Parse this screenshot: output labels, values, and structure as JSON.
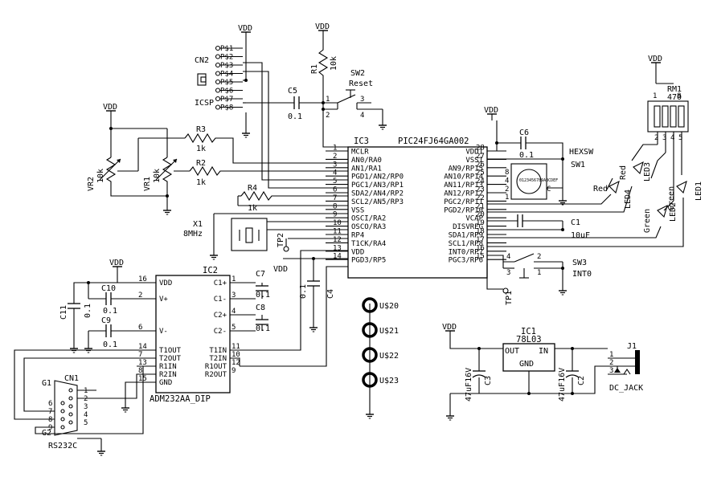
{
  "vdd": "VDD",
  "gnd": "GND",
  "refs": {
    "cn2": "CN2",
    "icsp": "ICSP",
    "r1": "R1",
    "r1v": "10k",
    "sw2": "SW2",
    "reset": "Reset",
    "c5": "C5",
    "c5v": "0.1",
    "vr2": "VR2",
    "vr2v": "10k",
    "vr1": "VR1",
    "vr1v": "10k",
    "r3": "R3",
    "r3v": "1k",
    "r2": "R2",
    "r2v": "1k",
    "r4": "R4",
    "r4v": "1k",
    "x1": "X1",
    "x1v": "8MHz",
    "tp2": "TP2",
    "tp1": "TP1",
    "ic3": "IC3",
    "ic3part": "PIC24FJ64GA002",
    "c6": "C6",
    "c6v": "0.1",
    "hexsw": "HEXSW",
    "sw1": "SW1",
    "c1": "C1",
    "c1v": "10uF",
    "sw3": "SW3",
    "int0": "INT0",
    "rm1": "RM1",
    "rm1v": "470",
    "led1": "LED1",
    "led2": "LED2",
    "led3": "LED3",
    "led4": "LED4",
    "red": "Red",
    "green": "Green",
    "ic2": "IC2",
    "ic2part": "ADM232AA_DIP",
    "c7": "C7",
    "c7v": "0.1",
    "c8": "C8",
    "c8v": "0.1",
    "c9": "C9",
    "c9v": "0.1",
    "c10": "C10",
    "c10v": "0.1",
    "c11": "C11",
    "c11v": "0.1",
    "c4": "C4",
    "c4v": "0.1",
    "cn1": "CN1",
    "rs232c": "RS232C",
    "g1": "G1",
    "g2": "G2",
    "ic1": "IC1",
    "ic1part": "78L03",
    "ic1out": "OUT",
    "ic1in": "IN",
    "ic1gnd": "GND",
    "c3": "C3",
    "c3v": "47uF16V",
    "c2": "C2",
    "c2v": "47uF16V",
    "j1": "J1",
    "dcjack": "DC_JACK",
    "u20": "U$20",
    "u21": "U$21",
    "u22": "U$22",
    "u23": "U$23",
    "hexdigits": "0123456789ABCDEF",
    "hexc": "C"
  },
  "cn2_pins": [
    "P$1",
    "P$2",
    "P$3",
    "P$4",
    "P$5",
    "P$6",
    "P$7",
    "P$8"
  ],
  "ic3_left": [
    {
      "num": "1",
      "name": "MCLR"
    },
    {
      "num": "2",
      "name": "AN0/RA0"
    },
    {
      "num": "3",
      "name": "AN1/RA1"
    },
    {
      "num": "4",
      "name": "PGD1/AN2/RP0"
    },
    {
      "num": "5",
      "name": "PGC1/AN3/RP1"
    },
    {
      "num": "6",
      "name": "SDA2/AN4/RP2"
    },
    {
      "num": "7",
      "name": "SCL2/AN5/RP3"
    },
    {
      "num": "8",
      "name": "VSS"
    },
    {
      "num": "9",
      "name": "OSCI/RA2"
    },
    {
      "num": "10",
      "name": "OSCO/RA3"
    },
    {
      "num": "11",
      "name": "RP4"
    },
    {
      "num": "12",
      "name": "T1CK/RA4"
    },
    {
      "num": "13",
      "name": "VDD"
    },
    {
      "num": "14",
      "name": "PGD3/RP5"
    }
  ],
  "ic3_right": [
    {
      "num": "28",
      "name": "VDD1"
    },
    {
      "num": "27",
      "name": "VSS1"
    },
    {
      "num": "26",
      "name": "AN9/RP15"
    },
    {
      "num": "25",
      "name": "AN10/RP14"
    },
    {
      "num": "24",
      "name": "AN11/RP13"
    },
    {
      "num": "23",
      "name": "AN12/RP12"
    },
    {
      "num": "22",
      "name": "PGC2/RP11"
    },
    {
      "num": "21",
      "name": "PGD2/RP10"
    },
    {
      "num": "20",
      "name": "VCAP"
    },
    {
      "num": "19",
      "name": "DISVREG"
    },
    {
      "num": "18",
      "name": "SDA1/RP9"
    },
    {
      "num": "17",
      "name": "SCL1/RP8"
    },
    {
      "num": "16",
      "name": "INT0/RP7"
    },
    {
      "num": "15",
      "name": "PGC3/RP6"
    }
  ],
  "ic2_left": [
    {
      "num": "16",
      "name": "VDD"
    },
    {
      "num": "2",
      "name": "V+"
    },
    {
      "num": "6",
      "name": "V-"
    },
    {
      "num": "14",
      "name": "T1OUT"
    },
    {
      "num": "7",
      "name": "T2OUT"
    },
    {
      "num": "13",
      "name": "R1IN"
    },
    {
      "num": "8",
      "name": "R2IN"
    },
    {
      "num": "15",
      "name": "GND"
    }
  ],
  "ic2_right": [
    {
      "num": "1",
      "name": "C1+"
    },
    {
      "num": "3",
      "name": "C1-"
    },
    {
      "num": "4",
      "name": "C2+"
    },
    {
      "num": "5",
      "name": "C2-"
    },
    {
      "num": "11",
      "name": "T1IN"
    },
    {
      "num": "10",
      "name": "T2IN"
    },
    {
      "num": "12",
      "name": "R1OUT"
    },
    {
      "num": "9",
      "name": "R2OUT"
    }
  ],
  "hexsw_pins": [
    "8",
    "4",
    "2",
    "1"
  ],
  "cn1_pins_left": [
    "6",
    "7",
    "8",
    "9"
  ],
  "cn1_pins_right": [
    "1",
    "2",
    "3",
    "4",
    "5"
  ],
  "rm1_pins_top": [
    "1",
    "8"
  ],
  "rm1_pins_bottom": [
    "2",
    "3",
    "4",
    "5"
  ],
  "sw3_pins": [
    "4",
    "3",
    "2",
    "1"
  ],
  "sw2_pins": [
    "1",
    "3",
    "2",
    "4"
  ],
  "j1_pins": [
    "1",
    "2",
    "3"
  ]
}
